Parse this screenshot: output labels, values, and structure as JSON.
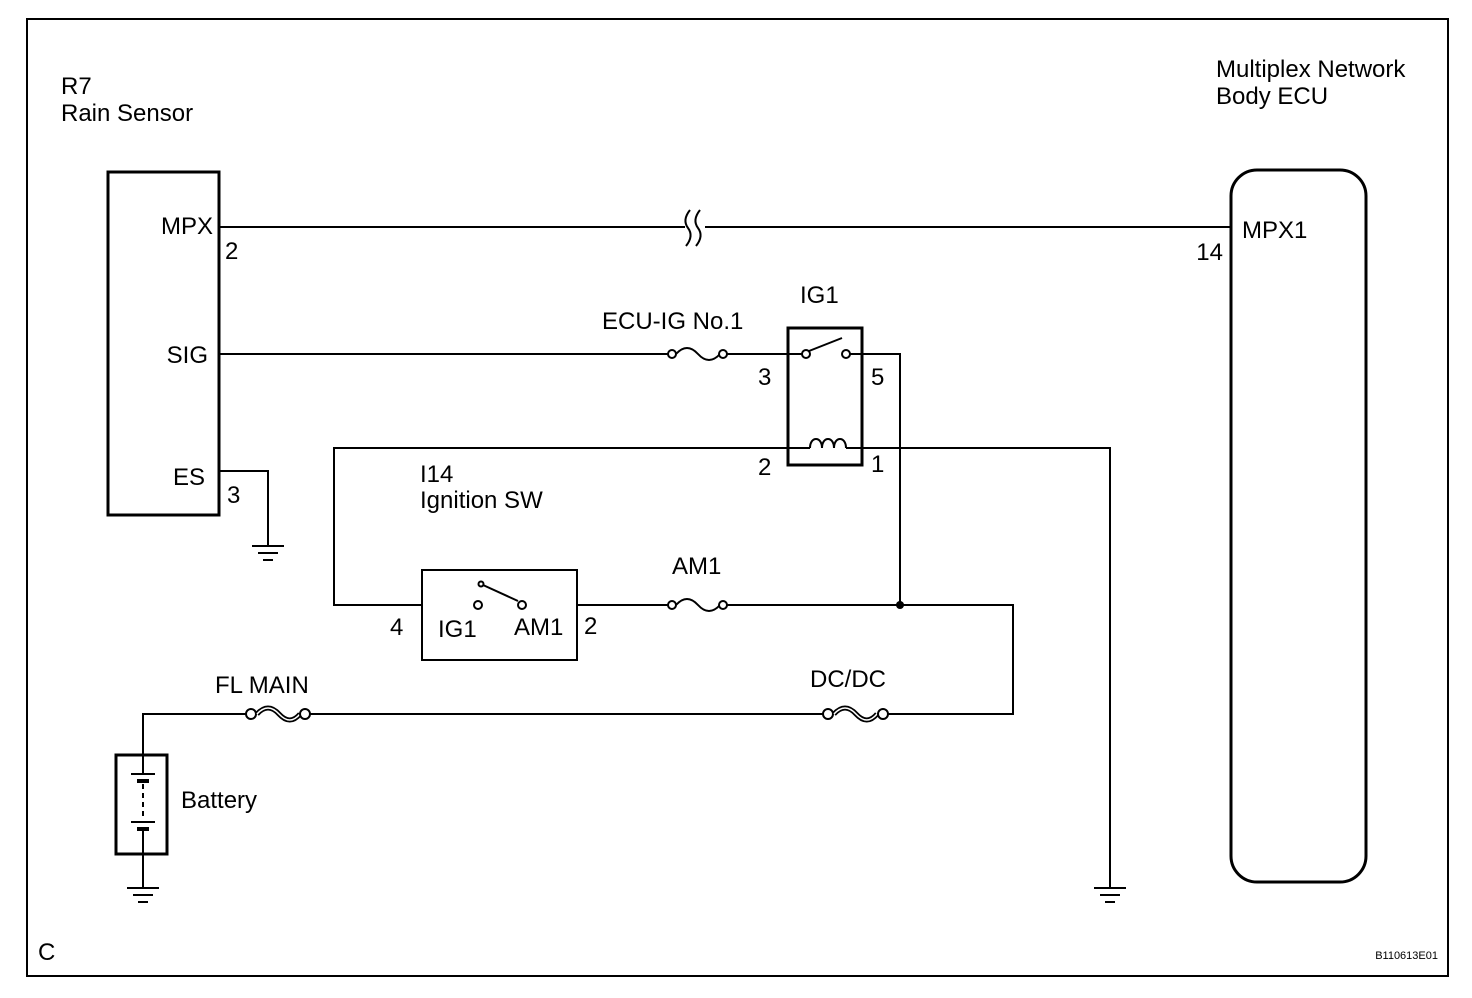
{
  "rain_sensor": {
    "code": "R7",
    "name": "Rain Sensor",
    "pins": [
      {
        "name": "MPX",
        "number": "2"
      },
      {
        "name": "SIG",
        "number": ""
      },
      {
        "name": "ES",
        "number": "3"
      }
    ]
  },
  "body_ecu": {
    "name_line1": "Multiplex Network",
    "name_line2": "Body ECU",
    "pin_name": "MPX1",
    "pin_number": "14"
  },
  "relay": {
    "name": "IG1",
    "pin_3": "3",
    "pin_5": "5",
    "pin_2": "2",
    "pin_1": "1"
  },
  "ignition_switch": {
    "code": "I14",
    "name": "Ignition SW",
    "contact_left": "IG1",
    "contact_right": "AM1",
    "pin_left": "4",
    "pin_right": "2"
  },
  "fuses": {
    "ecu_ig": "ECU-IG No.1",
    "am1": "AM1",
    "fl_main": "FL MAIN",
    "dcdc": "DC/DC"
  },
  "battery": {
    "label": "Battery"
  },
  "corner_left": "C",
  "figure_code": "B110613E01"
}
